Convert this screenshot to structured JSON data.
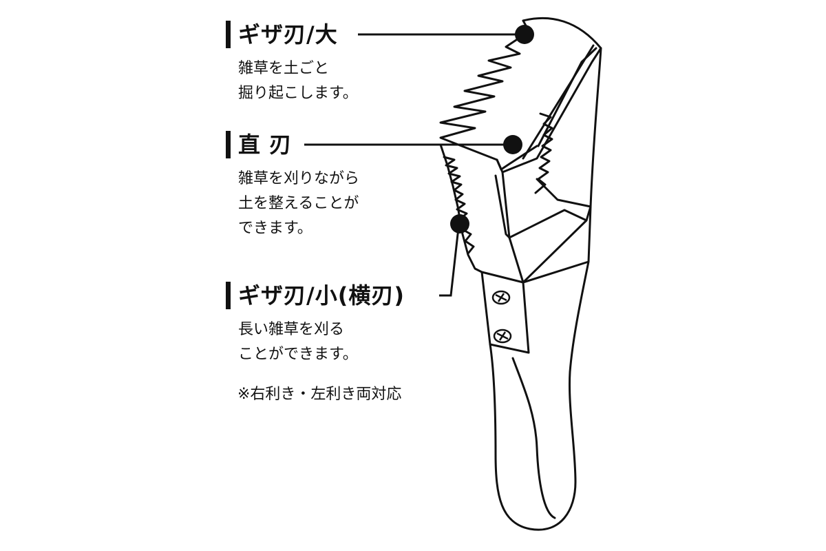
{
  "labels": [
    {
      "id": "large-serrated-blade",
      "title": "ギザ刃/大",
      "description": [
        "雑草を土ごと",
        "掘り起こします。"
      ]
    },
    {
      "id": "straight-blade",
      "title": "直 刃",
      "description": [
        "雑草を刈りながら",
        "土を整えることが",
        "できます。"
      ]
    },
    {
      "id": "small-serrated-blade",
      "title": "ギザ刃/小(横刃)",
      "description": [
        "長い雑草を刈る",
        "ことができます。"
      ]
    }
  ],
  "note": "※右利き・左利き両対応",
  "colors": {
    "ink": "#111111",
    "background": "#ffffff"
  }
}
